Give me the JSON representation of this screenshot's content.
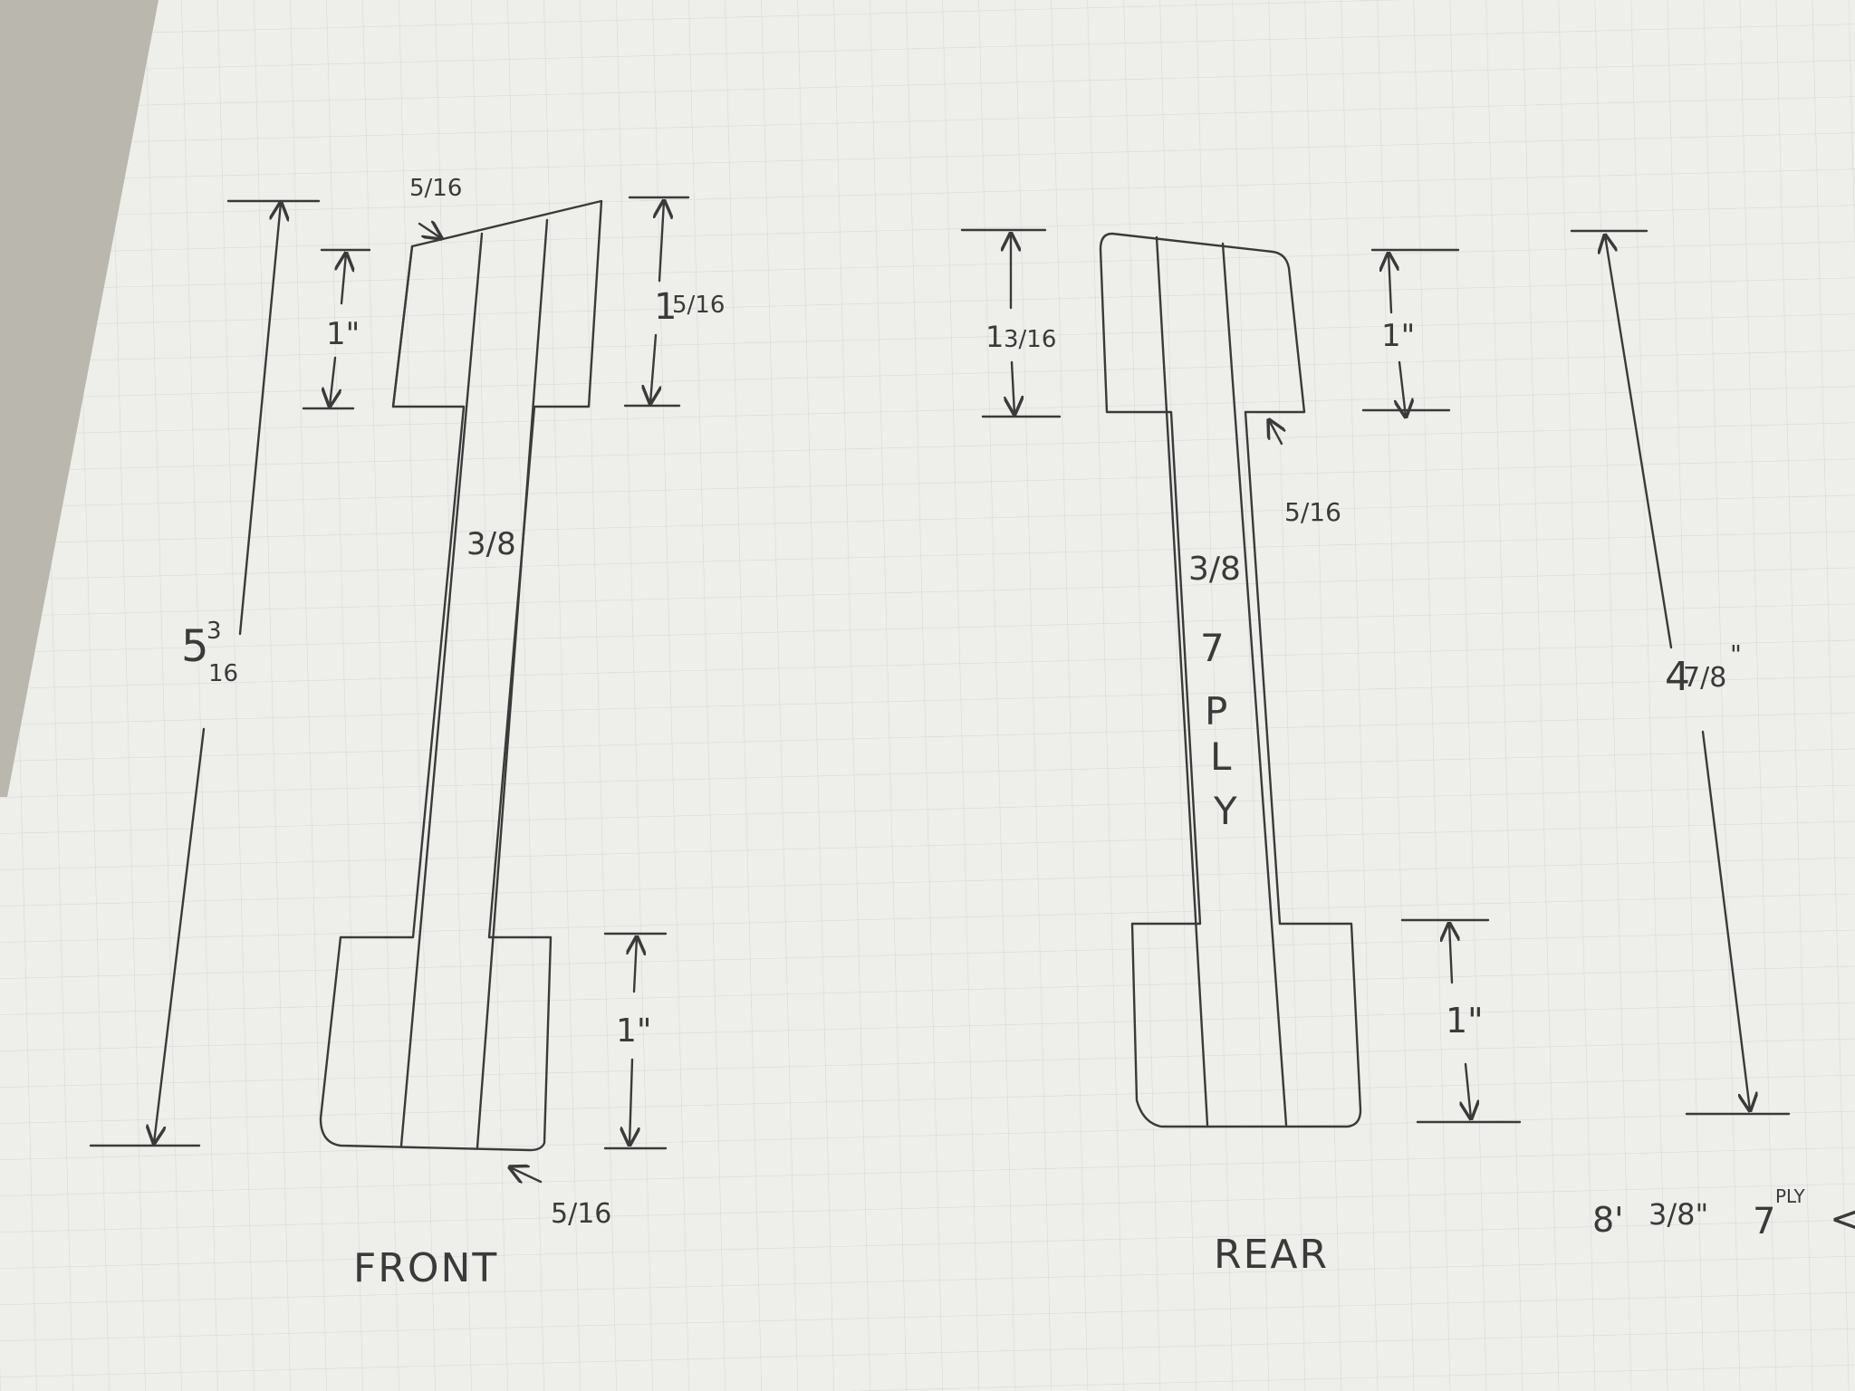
{
  "front": {
    "label": "FRONT",
    "dim_overall": {
      "whole": "5",
      "num": "3",
      "den": "16"
    },
    "dim_top_left": "1\"",
    "dim_top_right": {
      "whole": "1",
      "frac": "5/16"
    },
    "dim_bottom": "1\"",
    "note_corner_top": "5/16",
    "note_corner_bottom": "5/16",
    "note_stem": "3/8"
  },
  "rear": {
    "label": "REAR",
    "dim_overall": {
      "whole": "4",
      "frac": "7/8",
      "mark": "\""
    },
    "dim_top_left": {
      "whole": "1",
      "frac": "3/16"
    },
    "dim_top_right": "1\"",
    "dim_bottom": "1\"",
    "note_step": "5/16",
    "stem_text": [
      "3/8",
      "7",
      "P",
      "L",
      "Y"
    ]
  },
  "corner_note": {
    "a": "8'",
    "b": "3/8\"",
    "c": "7",
    "sup": "PLY",
    "glyph": "<"
  },
  "colors": {
    "paper": "#eeeeea",
    "grid": "#d3d6dc",
    "ink": "#3a3a3a",
    "wall": "#b9b7ae"
  }
}
